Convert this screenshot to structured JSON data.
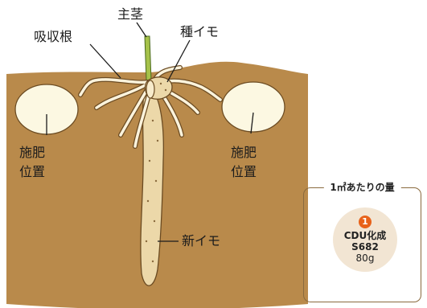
{
  "labels": {
    "main_stem": "主茎",
    "absorbing_roots": "吸収根",
    "seed_tuber": "種イモ",
    "fertilizer_left": [
      "施肥",
      "位置"
    ],
    "fertilizer_right": [
      "施肥",
      "位置"
    ],
    "new_tuber": "新イモ"
  },
  "dose_box": {
    "title": "1㎡あたりの量",
    "badge": "1",
    "product_name": "CDU化成",
    "product_code": "S682",
    "amount": "80g"
  },
  "colors": {
    "soil": "#b98a4b",
    "fertilizer": "#fcf8e2",
    "tuber": "#ecd8a9",
    "stem": "#a6c24a",
    "badge": "#e8621a",
    "dose_circle": "#f2e5d3"
  }
}
